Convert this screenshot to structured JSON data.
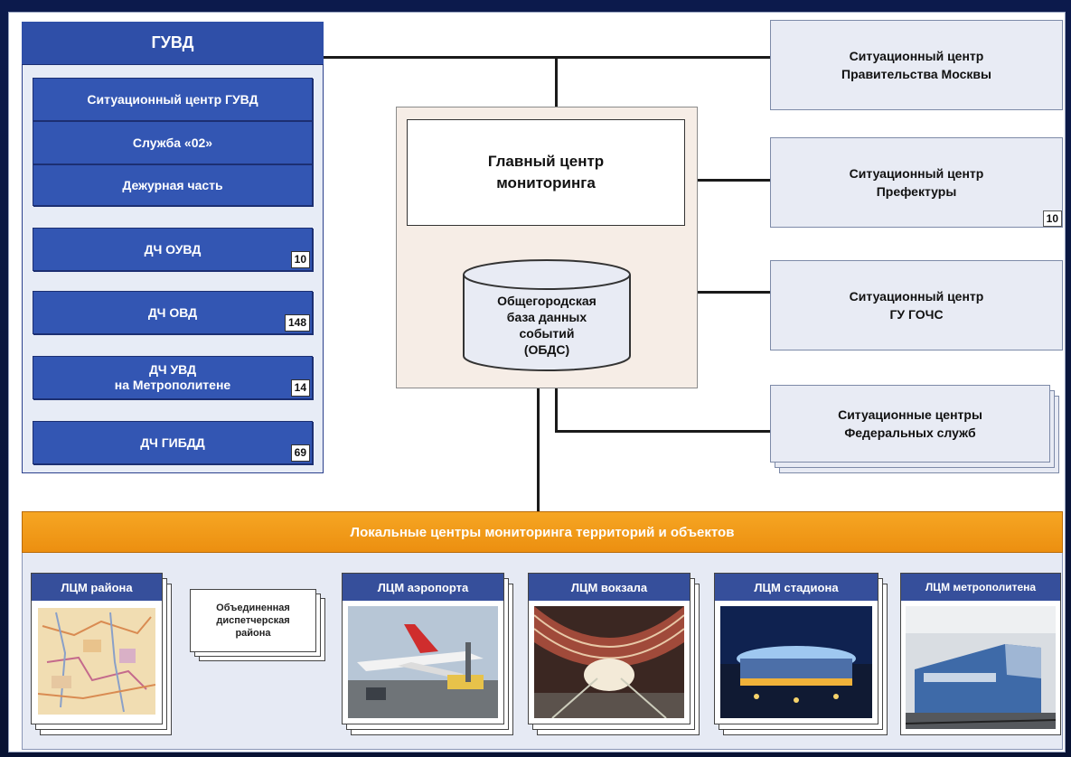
{
  "guvd": {
    "title": "ГУВД",
    "sections": [
      "Ситуационный центр ГУВД",
      "Служба «02»",
      "Дежурная часть"
    ],
    "units": [
      {
        "line1": "ДЧ ОУВД",
        "line2": "",
        "count": "10"
      },
      {
        "line1": "ДЧ ОВД",
        "line2": "",
        "count": "148"
      },
      {
        "line1": "ДЧ УВД",
        "line2": "на Метрополитене",
        "count": "14"
      },
      {
        "line1": "ДЧ ГИБДД",
        "line2": "",
        "count": "69"
      }
    ]
  },
  "main_center": {
    "title_line1": "Главный центр",
    "title_line2": "мониторинга",
    "database": {
      "line1": "Общегородская",
      "line2": "база данных",
      "line3": "событий",
      "line4": "(ОБДС)"
    }
  },
  "situation_centers": [
    {
      "line1": "Ситуационный центр",
      "line2": "Правительства Москвы",
      "count": ""
    },
    {
      "line1": "Ситуационный центр",
      "line2": "Префектуры",
      "count": "10"
    },
    {
      "line1": "Ситуационный центр",
      "line2": "ГУ ГОЧС",
      "count": ""
    },
    {
      "line1": "Ситуационные центры",
      "line2": "Федеральных служб",
      "count": ""
    }
  ],
  "local": {
    "title": "Локальные центры мониторинга территорий и объектов",
    "district": {
      "label": "ЛЦМ района",
      "dispatch_line1": "Объединенная",
      "dispatch_line2": "диспетчерская",
      "dispatch_line3": "района"
    },
    "cards": [
      {
        "label": "ЛЦМ аэропорта",
        "image": "airport-photo"
      },
      {
        "label": "ЛЦМ вокзала",
        "image": "station-photo"
      },
      {
        "label": "ЛЦМ стадиона",
        "image": "stadium-photo"
      },
      {
        "label": "ЛЦМ метрополитена",
        "image": "metro-photo"
      }
    ]
  },
  "colors": {
    "navy": "#2f4fa8",
    "orange": "#f39c1a",
    "panel": "#e8ebf4"
  }
}
